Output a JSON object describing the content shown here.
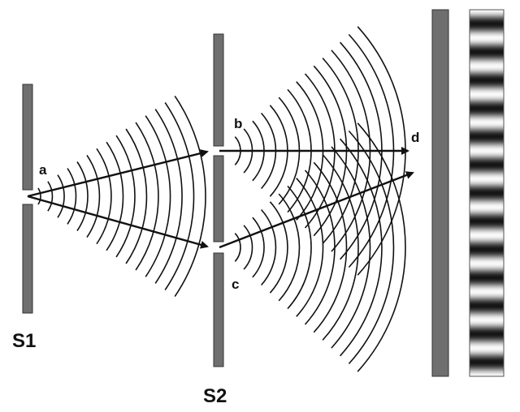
{
  "labels": {
    "a": "a",
    "b": "b",
    "c": "c",
    "d": "d",
    "s1": "S1",
    "s2": "S2"
  },
  "colors": {
    "barrier": "#6f6f6f",
    "wave": "#111111",
    "label": "#111111"
  },
  "fringe_count": 13
}
